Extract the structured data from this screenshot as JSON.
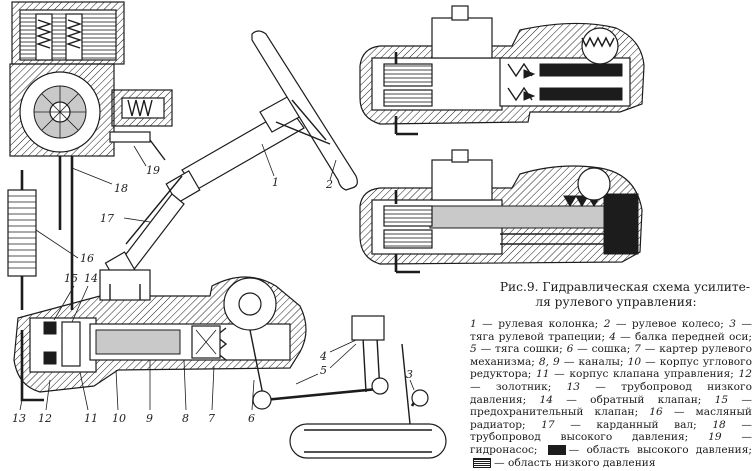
{
  "figure": {
    "caption_prefix": "Рис.9.",
    "caption_line1": "Гидравлическая схема усилите-",
    "caption_line2": "ля рулевого управления:"
  },
  "callout_numbers": [
    "1",
    "2",
    "3",
    "4",
    "5",
    "6",
    "7",
    "8",
    "9",
    "10",
    "11",
    "12",
    "13",
    "14",
    "15",
    "16",
    "17",
    "18",
    "19"
  ],
  "legend": {
    "items": [
      {
        "num": "1",
        "text": "рулевая колонка;"
      },
      {
        "num": "2",
        "text": "рулевое колесо;"
      },
      {
        "num": "3",
        "text": "тяга рулевой трапеции;"
      },
      {
        "num": "4",
        "text": "балка передней оси;"
      },
      {
        "num": "5",
        "text": "тяга сошки;"
      },
      {
        "num": "6",
        "text": "сошка;"
      },
      {
        "num": "7",
        "text": "картер рулевого механизма;"
      },
      {
        "num": "8, 9",
        "text": "каналы;"
      },
      {
        "num": "10",
        "text": "корпус углового редуктора;"
      },
      {
        "num": "11",
        "text": "корпус клапана управления;"
      },
      {
        "num": "12",
        "text": "золотник;"
      },
      {
        "num": "13",
        "text": "трубопровод низкого давления;"
      },
      {
        "num": "14",
        "text": "обратный клапан;"
      },
      {
        "num": "15",
        "text": "предохранительный клапан;"
      },
      {
        "num": "16",
        "text": "масляный радиатор;"
      },
      {
        "num": "17",
        "text": "карданный вал;"
      },
      {
        "num": "18",
        "text": "трубопровод высокого давления;"
      },
      {
        "num": "19",
        "text": "гидронасос;"
      }
    ],
    "high_pressure": "область высокого давления;",
    "low_pressure": "область низкого давления"
  },
  "colors": {
    "ink": "#1c1c1c",
    "paper": "#ffffff"
  }
}
